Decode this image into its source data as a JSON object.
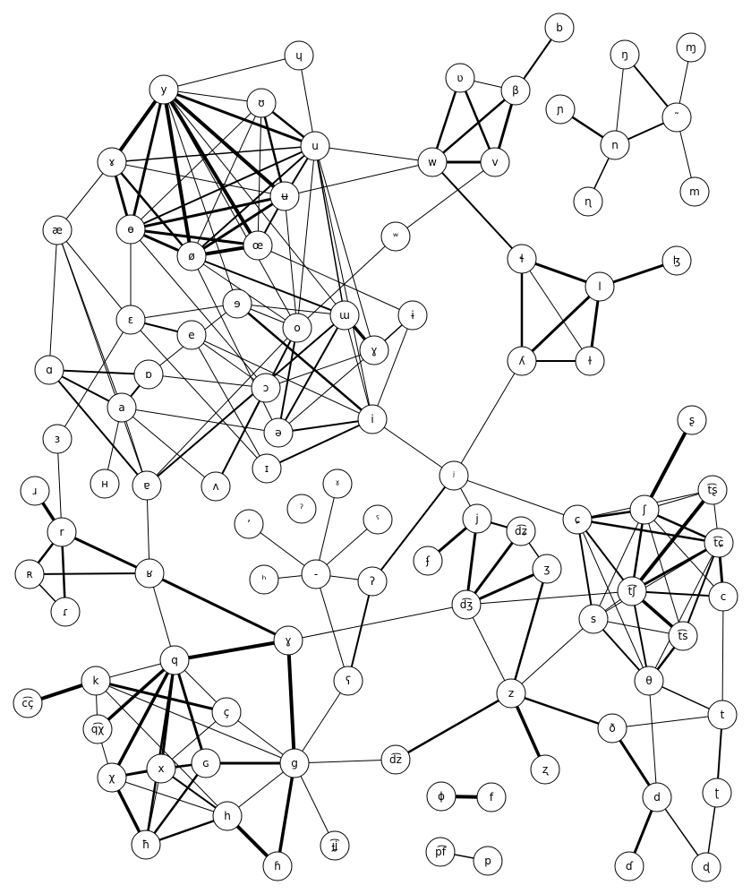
{
  "graph": {
    "nodes": [
      {
        "id": "b",
        "label": "b"
      },
      {
        "id": "ɥ",
        "label": "ɥ"
      },
      {
        "id": "ŋ",
        "label": "ŋ"
      },
      {
        "id": "ɱ",
        "label": "ɱ"
      },
      {
        "id": "y",
        "label": "y"
      },
      {
        "id": "ʊ",
        "label": "ʊ"
      },
      {
        "id": "ʋ",
        "label": "ʋ"
      },
      {
        "id": "β",
        "label": "β"
      },
      {
        "id": "ɲ",
        "label": "ɲ"
      },
      {
        "id": "˜",
        "label": "˜"
      },
      {
        "id": "ɤ",
        "label": "ɤ"
      },
      {
        "id": "u",
        "label": "u"
      },
      {
        "id": "n",
        "label": "n"
      },
      {
        "id": "w",
        "label": "w"
      },
      {
        "id": "v",
        "label": "v"
      },
      {
        "id": "ʉ",
        "label": "ʉ"
      },
      {
        "id": "m",
        "label": "m"
      },
      {
        "id": "ɳ",
        "label": "ɳ"
      },
      {
        "id": "æ",
        "label": "æ"
      },
      {
        "id": "ɵ",
        "label": "ɵ"
      },
      {
        "id": "œ",
        "label": "œ"
      },
      {
        "id": "ʷ",
        "label": "ʷ"
      },
      {
        "id": "ø",
        "label": "ø"
      },
      {
        "id": "ɬ",
        "label": "ɬ"
      },
      {
        "id": "ɮ",
        "label": "ɮ"
      },
      {
        "id": "l",
        "label": "l"
      },
      {
        "id": "ɘ",
        "label": "ɘ"
      },
      {
        "id": "ɛ",
        "label": "ɛ"
      },
      {
        "id": "ɯ",
        "label": "ɯ"
      },
      {
        "id": "ɨ",
        "label": "ɨ"
      },
      {
        "id": "o",
        "label": "o"
      },
      {
        "id": "e",
        "label": "e"
      },
      {
        "id": "ɑ",
        "label": "ɑ"
      },
      {
        "id": "ɒ",
        "label": "ɒ"
      },
      {
        "id": "ɣ",
        "label": "ɣ"
      },
      {
        "id": "ʎ",
        "label": "ʎ"
      },
      {
        "id": "ɫ",
        "label": "ɫ"
      },
      {
        "id": "ɔ",
        "label": "ɔ"
      },
      {
        "id": "a",
        "label": "a"
      },
      {
        "id": "ə",
        "label": "ə"
      },
      {
        "id": "i",
        "label": "i"
      },
      {
        "id": "ʂ",
        "label": "ʂ"
      },
      {
        "id": "ɜ",
        "label": "ɜ"
      },
      {
        "id": "ʜ",
        "label": "ʜ"
      },
      {
        "id": "ɐ",
        "label": "ɐ"
      },
      {
        "id": "ʌ",
        "label": "ʌ"
      },
      {
        "id": "ɪ",
        "label": "ɪ"
      },
      {
        "id": "ʲ",
        "label": "ʲ"
      },
      {
        "id": "ɹ",
        "label": "ɹ"
      },
      {
        "id": "ˠ",
        "label": "ˠ"
      },
      {
        "id": "ʼ",
        "label": "ʼ"
      },
      {
        "id": "ˀ",
        "label": "ˀ"
      },
      {
        "id": "ʕˀ",
        "label": "ˤ"
      },
      {
        "id": "ʃ",
        "label": "ʃ"
      },
      {
        "id": "ʈʂ",
        "label": "t͡ʂ"
      },
      {
        "id": "j",
        "label": "j"
      },
      {
        "id": "ɕ",
        "label": "ɕ"
      },
      {
        "id": "tɕ",
        "label": "t͡ɕ"
      },
      {
        "id": "dʑ",
        "label": "d͡ʑ"
      },
      {
        "id": "r",
        "label": "r"
      },
      {
        "id": "ʰ",
        "label": "ʰ"
      },
      {
        "id": "ʄ",
        "label": "ʄ"
      },
      {
        "id": "-",
        "label": "-"
      },
      {
        "id": "ʔ",
        "label": "ʔ"
      },
      {
        "id": "ʒ",
        "label": "ʒ"
      },
      {
        "id": "ʀ",
        "label": "ʀ"
      },
      {
        "id": "ʁ",
        "label": "ʁ"
      },
      {
        "id": "tʃ",
        "label": "t͡ʃ"
      },
      {
        "id": "c",
        "label": "c"
      },
      {
        "id": "dʒ",
        "label": "d͡ʒ"
      },
      {
        "id": "ɾ",
        "label": "ɾ"
      },
      {
        "id": "s",
        "label": "s"
      },
      {
        "id": "ʁfric",
        "label": "ɣ"
      },
      {
        "id": "ts",
        "label": "t͡s"
      },
      {
        "id": "q",
        "label": "q"
      },
      {
        "id": "k",
        "label": "k"
      },
      {
        "id": "θ",
        "label": "θ"
      },
      {
        "id": "ʕ",
        "label": "ʕ"
      },
      {
        "id": "cç",
        "label": "c͡ç"
      },
      {
        "id": "z",
        "label": "z"
      },
      {
        "id": "ç",
        "label": "ç"
      },
      {
        "id": "t",
        "label": "t"
      },
      {
        "id": "qχ",
        "label": "q͡χ"
      },
      {
        "id": "ð",
        "label": "ð"
      },
      {
        "id": "ɢ",
        "label": "ɢ"
      },
      {
        "id": "dz",
        "label": "d͡z"
      },
      {
        "id": "χ",
        "label": "χ"
      },
      {
        "id": "x",
        "label": "x"
      },
      {
        "id": "g",
        "label": "g"
      },
      {
        "id": "ʐ",
        "label": "ʐ"
      },
      {
        "id": "ɸ",
        "label": "ɸ"
      },
      {
        "id": "f",
        "label": "f"
      },
      {
        "id": "d",
        "label": "d"
      },
      {
        "id": "ʈ",
        "label": "ʈ"
      },
      {
        "id": "h",
        "label": "h"
      },
      {
        "id": "ħ",
        "label": "ħ"
      },
      {
        "id": "ɟʝ",
        "label": "ɟ͡ʝ"
      },
      {
        "id": "pf",
        "label": "p͡f"
      },
      {
        "id": "p",
        "label": "p"
      },
      {
        "id": "ɦ",
        "label": "ɦ"
      },
      {
        "id": "ɗ",
        "label": "ɗ"
      },
      {
        "id": "ɖ",
        "label": "ɖ"
      }
    ],
    "edges": [
      [
        "b",
        "β",
        2
      ],
      [
        "ɥ",
        "y",
        1
      ],
      [
        "ɥ",
        "u",
        1
      ],
      [
        "ŋ",
        "˜",
        2
      ],
      [
        "ŋ",
        "n",
        1
      ],
      [
        "ɱ",
        "˜",
        1
      ],
      [
        "ɲ",
        "n",
        2.5
      ],
      [
        "˜",
        "n",
        2
      ],
      [
        "˜",
        "m",
        1
      ],
      [
        "n",
        "ɳ",
        1.5
      ],
      [
        "ʋ",
        "β",
        1
      ],
      [
        "ʋ",
        "w",
        2.5
      ],
      [
        "ʋ",
        "v",
        2.5
      ],
      [
        "β",
        "w",
        2.5
      ],
      [
        "β",
        "v",
        3
      ],
      [
        "w",
        "v",
        3
      ],
      [
        "v",
        "ʷ",
        1
      ],
      [
        "w",
        "u",
        1
      ],
      [
        "w",
        "ʉ",
        1
      ],
      [
        "w",
        "ɬ",
        2
      ],
      [
        "y",
        "ʊ",
        1
      ],
      [
        "y",
        "u",
        3
      ],
      [
        "y",
        "ɤ",
        4
      ],
      [
        "y",
        "ɵ",
        3
      ],
      [
        "y",
        "ø",
        4
      ],
      [
        "y",
        "œ",
        4
      ],
      [
        "y",
        "ʉ",
        4
      ],
      [
        "y",
        "ɘ",
        1
      ],
      [
        "y",
        "o",
        1
      ],
      [
        "y",
        "ɯ",
        1
      ],
      [
        "ʊ",
        "u",
        2.5
      ],
      [
        "ʊ",
        "ʉ",
        2.5
      ],
      [
        "ʊ",
        "ɵ",
        1
      ],
      [
        "ʊ",
        "ø",
        1
      ],
      [
        "ʊ",
        "œ",
        1
      ],
      [
        "u",
        "ɵ",
        2
      ],
      [
        "u",
        "ø",
        2
      ],
      [
        "u",
        "ʉ",
        2
      ],
      [
        "u",
        "ɯ",
        1.5
      ],
      [
        "u",
        "ɤ",
        1.5
      ],
      [
        "u",
        "ɣ",
        1
      ],
      [
        "u",
        "i",
        1
      ],
      [
        "u",
        "o",
        1
      ],
      [
        "ɤ",
        "æ",
        1
      ],
      [
        "ɤ",
        "ɵ",
        3
      ],
      [
        "ɤ",
        "ø",
        2.5
      ],
      [
        "ɤ",
        "ʉ",
        1
      ],
      [
        "ʉ",
        "ɵ",
        3
      ],
      [
        "ʉ",
        "ø",
        3
      ],
      [
        "ʉ",
        "œ",
        2
      ],
      [
        "ʉ",
        "o",
        1
      ],
      [
        "ɵ",
        "ø",
        3
      ],
      [
        "ɵ",
        "œ",
        3
      ],
      [
        "ɵ",
        "ɛ",
        1
      ],
      [
        "ɵ",
        "ɔ",
        1
      ],
      [
        "ø",
        "œ",
        4
      ],
      [
        "ø",
        "ɯ",
        2
      ],
      [
        "ø",
        "o",
        1
      ],
      [
        "ø",
        "ə",
        1
      ],
      [
        "œ",
        "ɨ",
        1
      ],
      [
        "ʷ",
        "o",
        1
      ],
      [
        "æ",
        "ɑ",
        1
      ],
      [
        "æ",
        "a",
        1
      ],
      [
        "æ",
        "ɛ",
        1
      ],
      [
        "æ",
        "ɐ",
        1
      ],
      [
        "ɛ",
        "ɘ",
        1
      ],
      [
        "ɛ",
        "e",
        2
      ],
      [
        "ɛ",
        "ɜ",
        1
      ],
      [
        "ɛ",
        "ɪ",
        1
      ],
      [
        "ɘ",
        "ɯ",
        1
      ],
      [
        "ɘ",
        "o",
        1
      ],
      [
        "ɘ",
        "i",
        2.5
      ],
      [
        "ɘ",
        "ɒ",
        1
      ],
      [
        "e",
        "ɪ",
        1
      ],
      [
        "e",
        "ɔ",
        1
      ],
      [
        "e",
        "i",
        1
      ],
      [
        "ɯ",
        "ɣ",
        3.5
      ],
      [
        "ɯ",
        "i",
        1
      ],
      [
        "ɯ",
        "ɐ",
        2
      ],
      [
        "ɯ",
        "ə",
        2
      ],
      [
        "ɨ",
        "ɣ",
        1.5
      ],
      [
        "ɨ",
        "i",
        1
      ],
      [
        "o",
        "ə",
        2
      ],
      [
        "o",
        "ʌ",
        2
      ],
      [
        "o",
        "ɐ",
        1
      ],
      [
        "ɣ",
        "ɔ",
        1
      ],
      [
        "ɣ",
        "ə",
        1
      ],
      [
        "ɑ",
        "ɒ",
        2
      ],
      [
        "ɑ",
        "a",
        2
      ],
      [
        "ɑ",
        "ɐ",
        2
      ],
      [
        "ɒ",
        "ɔ",
        1
      ],
      [
        "ɒ",
        "a",
        2
      ],
      [
        "a",
        "ə",
        1
      ],
      [
        "a",
        "ʌ",
        1
      ],
      [
        "a",
        "ɐ",
        1
      ],
      [
        "a",
        "ʜ",
        1
      ],
      [
        "ɔ",
        "ʌ",
        1.5
      ],
      [
        "ə",
        "i",
        2
      ],
      [
        "i",
        "ɪ",
        2
      ],
      [
        "i",
        "ʲ",
        1
      ],
      [
        "ɬ",
        "l",
        3
      ],
      [
        "ɬ",
        "ʎ",
        2.5
      ],
      [
        "ɬ",
        "ɫ",
        1
      ],
      [
        "l",
        "ɮ",
        3
      ],
      [
        "l",
        "ʎ",
        3
      ],
      [
        "l",
        "ɫ",
        3
      ],
      [
        "ʎ",
        "ɫ",
        2
      ],
      [
        "ʎ",
        "ʲ",
        1
      ],
      [
        "ʲ",
        "j",
        1
      ],
      [
        "ʲ",
        "ɕ",
        1
      ],
      [
        "ʲ",
        "ʔ",
        2
      ],
      [
        "ɜ",
        "r",
        1
      ],
      [
        "ɹ",
        "r",
        3.5
      ],
      [
        "r",
        "ʀ",
        2.5
      ],
      [
        "r",
        "ʁ",
        3
      ],
      [
        "r",
        "ɾ",
        2.5
      ],
      [
        "ʀ",
        "ʁ",
        2
      ],
      [
        "ʀ",
        "ɾ",
        1.5
      ],
      [
        "ʁ",
        "ɐ",
        1
      ],
      [
        "ʁ",
        "ʁfric",
        3
      ],
      [
        "ʁ",
        "q",
        1
      ],
      [
        "ˠ",
        "-",
        1
      ],
      [
        "ʼ",
        "-",
        1
      ],
      [
        "ʕˀ",
        "-",
        1
      ],
      [
        "ʰ",
        "-",
        1
      ],
      [
        "-",
        "ʔ",
        1
      ],
      [
        "-",
        "ʕ",
        1
      ],
      [
        "ʔ",
        "ʕ",
        2
      ],
      [
        "j",
        "ʄ",
        3
      ],
      [
        "j",
        "dʑ",
        2
      ],
      [
        "j",
        "dʒ",
        3
      ],
      [
        "dʑ",
        "ʒ",
        1.5
      ],
      [
        "dʑ",
        "dʒ",
        3
      ],
      [
        "ʒ",
        "dʒ",
        3
      ],
      [
        "ʒ",
        "z",
        2.5
      ],
      [
        "dʒ",
        "z",
        1
      ],
      [
        "dʒ",
        "tʃ",
        1
      ],
      [
        "dʒ",
        "ʁfric",
        1
      ],
      [
        "ʂ",
        "ʃ",
        4
      ],
      [
        "ʃ",
        "ɕ",
        2.5
      ],
      [
        "ʃ",
        "ʈʂ",
        1
      ],
      [
        "ʃ",
        "tɕ",
        2.5
      ],
      [
        "ʃ",
        "tʃ",
        2.5
      ],
      [
        "ʃ",
        "c",
        1
      ],
      [
        "ʃ",
        "s",
        1
      ],
      [
        "ʃ",
        "ts",
        1
      ],
      [
        "ʈʂ",
        "tʃ",
        4
      ],
      [
        "ʈʂ",
        "tɕ",
        1
      ],
      [
        "ɕ",
        "tɕ",
        2.5
      ],
      [
        "ɕ",
        "tʃ",
        2
      ],
      [
        "ɕ",
        "s",
        2
      ],
      [
        "ɕ",
        "θ",
        1
      ],
      [
        "ɕ",
        "ʈʂ",
        1
      ],
      [
        "tɕ",
        "tʃ",
        3
      ],
      [
        "tɕ",
        "c",
        3
      ],
      [
        "tɕ",
        "ts",
        2
      ],
      [
        "tɕ",
        "θ",
        1
      ],
      [
        "tɕ",
        "s",
        1
      ],
      [
        "tʃ",
        "c",
        2
      ],
      [
        "tʃ",
        "ts",
        3.5
      ],
      [
        "tʃ",
        "s",
        1
      ],
      [
        "tʃ",
        "θ",
        2
      ],
      [
        "c",
        "t",
        1
      ],
      [
        "s",
        "ts",
        1
      ],
      [
        "s",
        "θ",
        2
      ],
      [
        "s",
        "z",
        1
      ],
      [
        "ts",
        "θ",
        2.5
      ],
      [
        "θ",
        "t",
        1.5
      ],
      [
        "θ",
        "d",
        1
      ],
      [
        "t",
        "ð",
        1
      ],
      [
        "t",
        "ʈ",
        2
      ],
      [
        "z",
        "ð",
        2.5
      ],
      [
        "z",
        "dz",
        2.5
      ],
      [
        "z",
        "ʐ",
        3.5
      ],
      [
        "ð",
        "d",
        3
      ],
      [
        "d",
        "ɗ",
        3
      ],
      [
        "d",
        "ɖ",
        1.5
      ],
      [
        "ʈ",
        "ɖ",
        1.5
      ],
      [
        "ʁfric",
        "q",
        4
      ],
      [
        "ʁfric",
        "g",
        4
      ],
      [
        "ʕ",
        "g",
        1
      ],
      [
        "q",
        "k",
        1
      ],
      [
        "q",
        "ç",
        1
      ],
      [
        "q",
        "qχ",
        3.5
      ],
      [
        "q",
        "χ",
        3.5
      ],
      [
        "q",
        "x",
        3
      ],
      [
        "q",
        "ɢ",
        3
      ],
      [
        "q",
        "ħ",
        2.5
      ],
      [
        "k",
        "cç",
        4
      ],
      [
        "k",
        "qχ",
        1
      ],
      [
        "k",
        "ç",
        3
      ],
      [
        "k",
        "g",
        1
      ],
      [
        "k",
        "h",
        1
      ],
      [
        "ç",
        "x",
        1
      ],
      [
        "ç",
        "g",
        1
      ],
      [
        "qχ",
        "χ",
        1
      ],
      [
        "χ",
        "x",
        3
      ],
      [
        "χ",
        "ɢ",
        1
      ],
      [
        "χ",
        "h",
        1
      ],
      [
        "χ",
        "ħ",
        3.5
      ],
      [
        "x",
        "ɢ",
        2.5
      ],
      [
        "x",
        "h",
        2
      ],
      [
        "x",
        "ħ",
        1
      ],
      [
        "ɢ",
        "g",
        3
      ],
      [
        "ɢ",
        "ħ",
        2.5
      ],
      [
        "ħ",
        "h",
        2.5
      ],
      [
        "h",
        "g",
        1
      ],
      [
        "h",
        "ɦ",
        4
      ],
      [
        "g",
        "dz",
        1
      ],
      [
        "g",
        "ɦ",
        3.5
      ],
      [
        "g",
        "ɟʝ",
        1
      ],
      [
        "ɸ",
        "f",
        4
      ],
      [
        "pf",
        "p",
        1.5
      ]
    ]
  }
}
